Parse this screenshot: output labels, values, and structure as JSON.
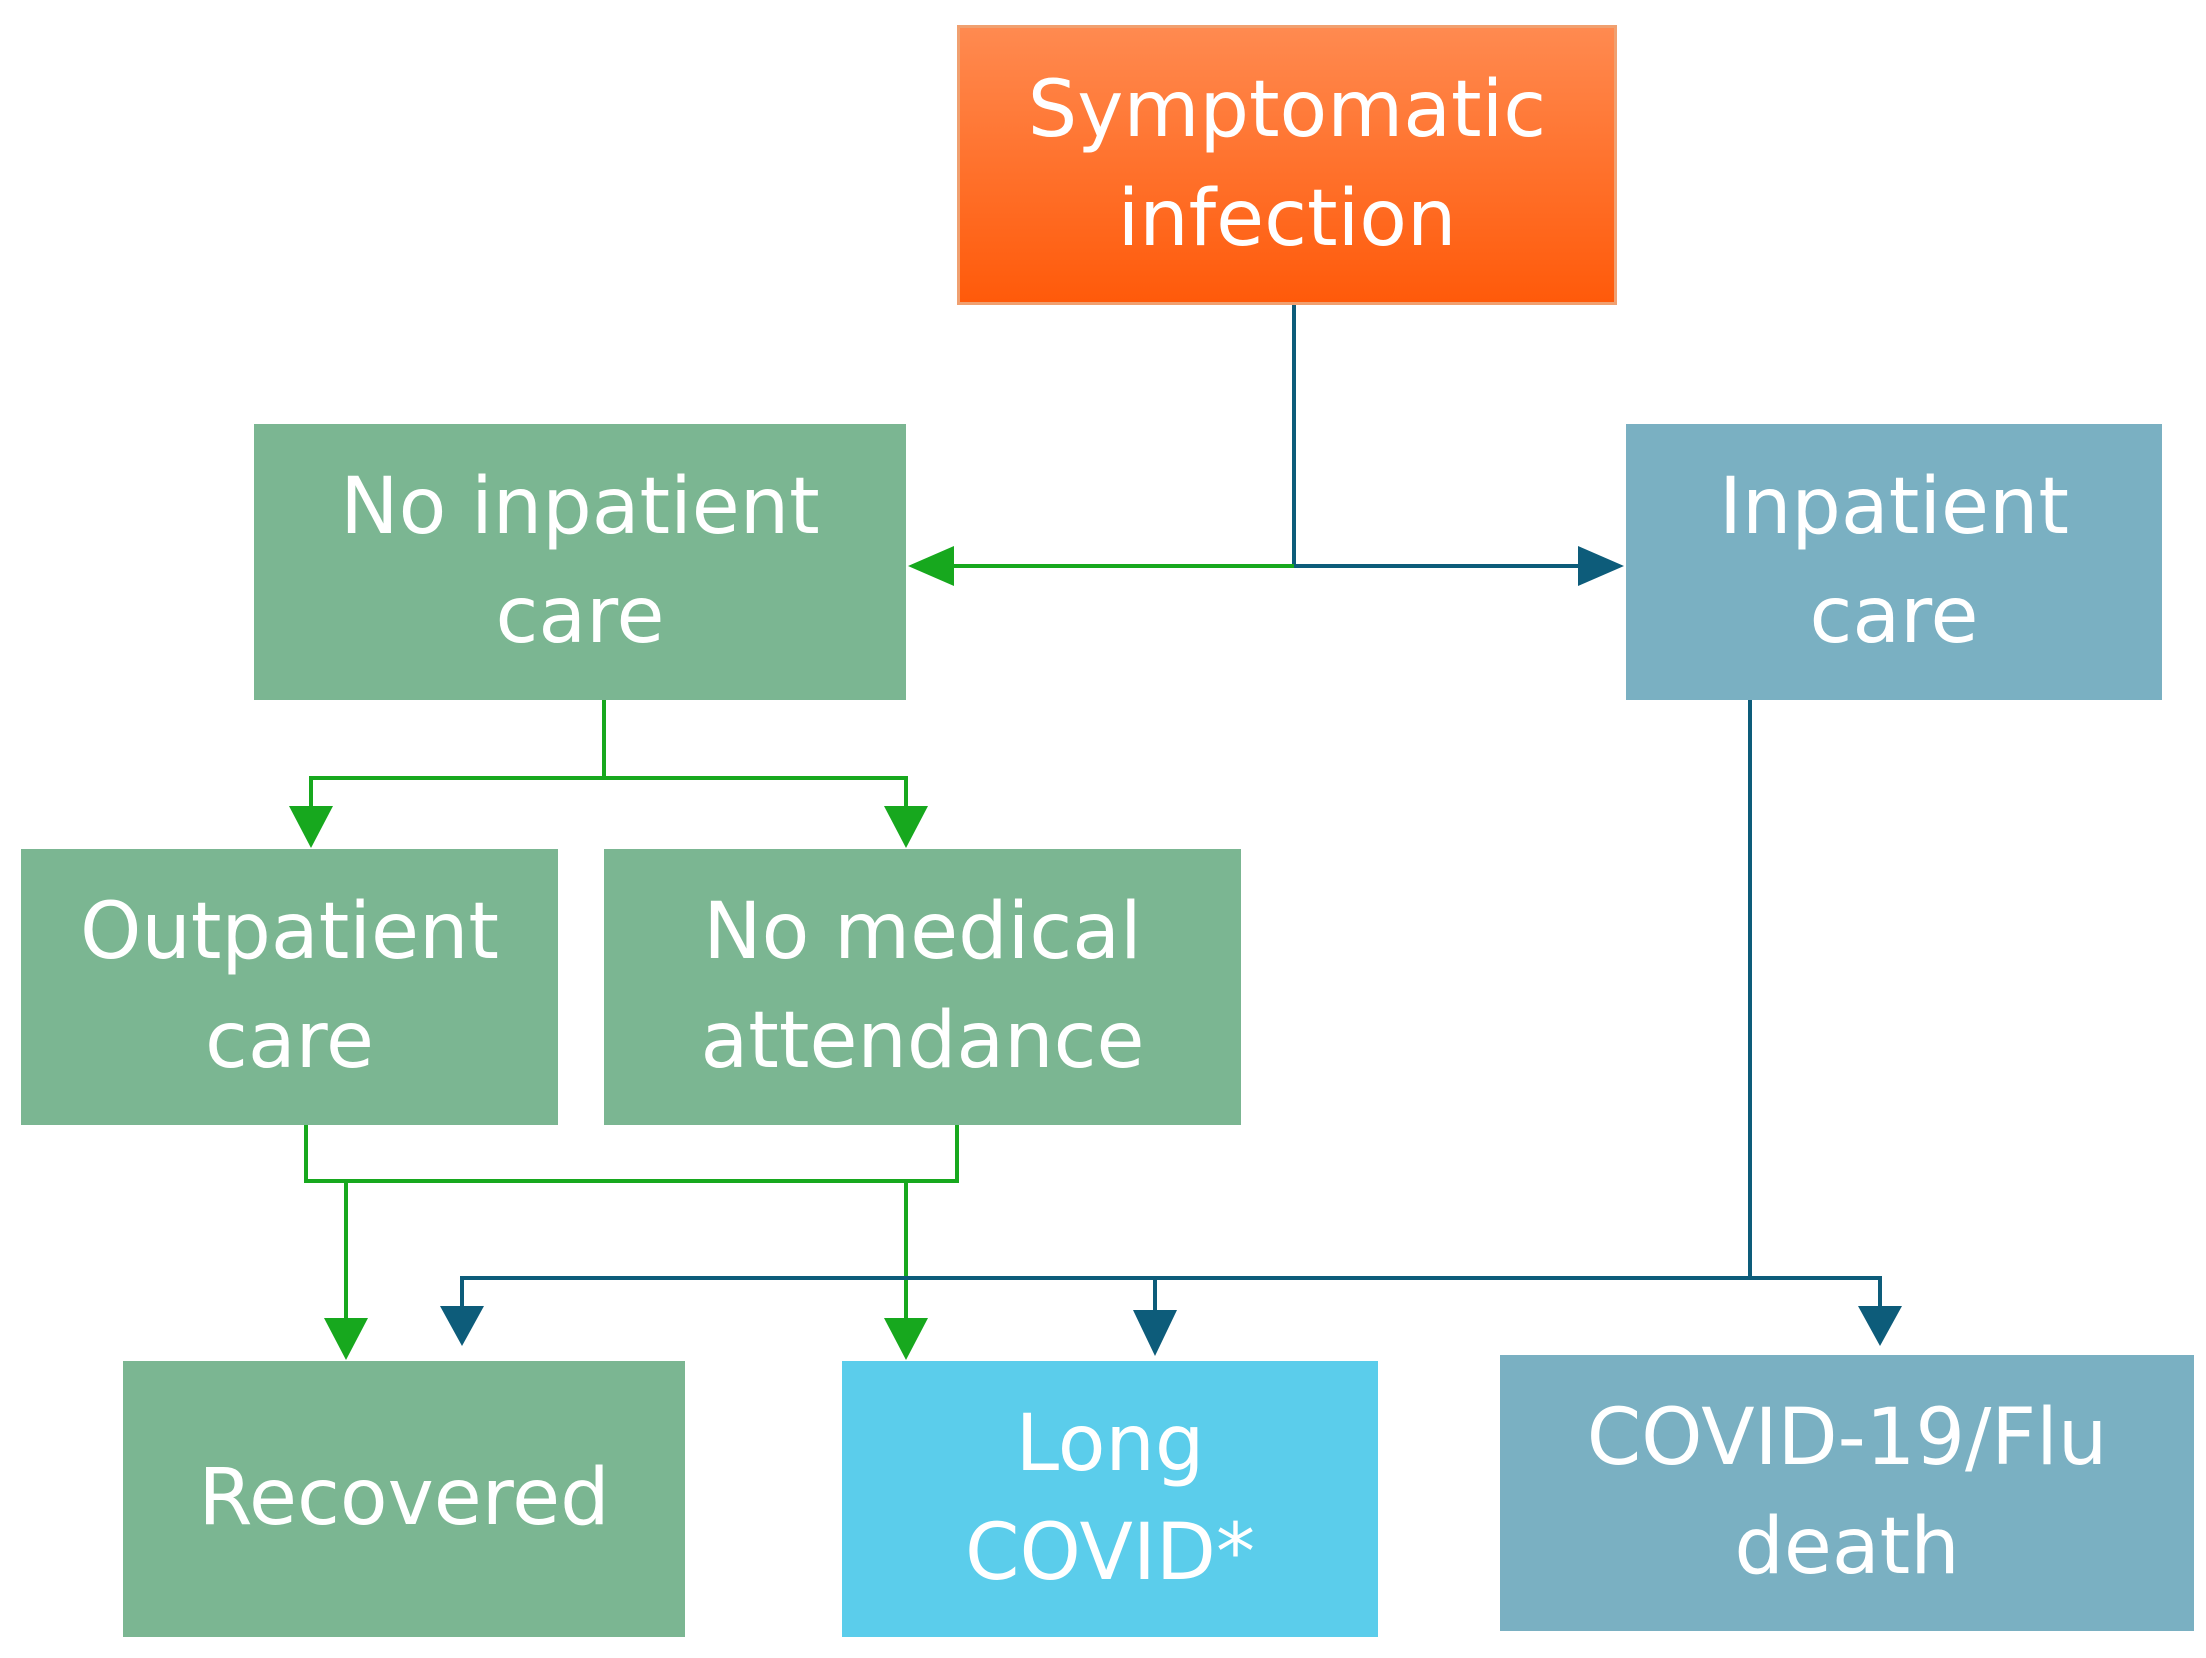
{
  "colors": {
    "orange_top": "#ff8a50",
    "orange_bottom": "#ff5a0a",
    "green_box": "#7bb692",
    "teal_box": "#7ab0c2",
    "cyan_box": "#5bcdeb",
    "green_line": "#17a81e",
    "blue_line": "#0d5c7a"
  },
  "nodes": {
    "symptomatic": {
      "label": "Symptomatic\ninfection"
    },
    "no_inpatient": {
      "label": "No inpatient\ncare",
      "color": "#7bb692"
    },
    "inpatient": {
      "label": "Inpatient\ncare",
      "color": "#7ab0c2"
    },
    "outpatient": {
      "label": "Outpatient\ncare",
      "color": "#7bb692"
    },
    "no_medical": {
      "label": "No medical\nattendance",
      "color": "#7bb692"
    },
    "recovered": {
      "label": "Recovered",
      "color": "#7bb692"
    },
    "long_covid": {
      "label": "Long\nCOVID*",
      "color": "#5bcdeb"
    },
    "death": {
      "label": "COVID-19/Flu\ndeath",
      "color": "#7ab0c2"
    }
  },
  "edges": [
    {
      "from": "symptomatic",
      "to": "no_inpatient",
      "color": "green_line"
    },
    {
      "from": "symptomatic",
      "to": "inpatient",
      "color": "blue_line"
    },
    {
      "from": "no_inpatient",
      "to": "outpatient",
      "color": "green_line"
    },
    {
      "from": "no_inpatient",
      "to": "no_medical",
      "color": "green_line"
    },
    {
      "from": "outpatient",
      "to": "recovered",
      "color": "green_line"
    },
    {
      "from": "outpatient",
      "to": "long_covid",
      "color": "green_line"
    },
    {
      "from": "no_medical",
      "to": "recovered",
      "color": "green_line"
    },
    {
      "from": "no_medical",
      "to": "long_covid",
      "color": "green_line"
    },
    {
      "from": "inpatient",
      "to": "recovered",
      "color": "blue_line"
    },
    {
      "from": "inpatient",
      "to": "long_covid",
      "color": "blue_line"
    },
    {
      "from": "inpatient",
      "to": "death",
      "color": "blue_line"
    }
  ]
}
